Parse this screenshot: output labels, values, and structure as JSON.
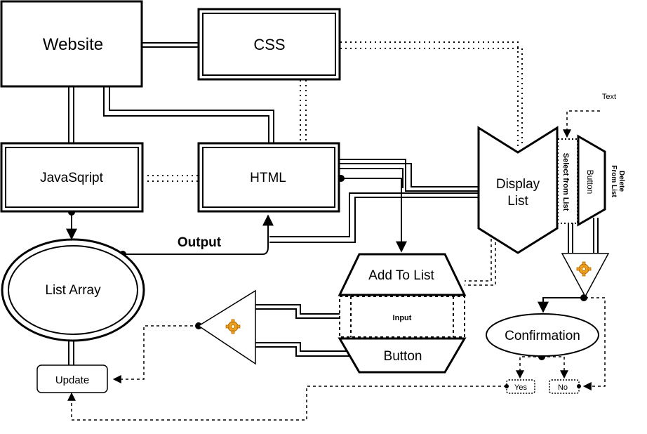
{
  "nodes": {
    "website": "Website",
    "css": "CSS",
    "javascript": "JavaSqript",
    "html": "HTML",
    "list_array": "List Array",
    "update": "Update",
    "display_list": [
      "Display",
      "List"
    ],
    "select_from_list": "Select from List",
    "button_vertical": "Button",
    "delete_from_list": [
      "Delete",
      "From List"
    ],
    "add_to_list": "Add To List",
    "input": "Input",
    "button": "Button",
    "confirmation": "Confirmation",
    "yes": "Yes",
    "no": "No"
  },
  "labels": {
    "output": "Output",
    "text_note": "Text"
  },
  "icons": {
    "gear_left": "gear-icon",
    "gear_right": "gear-icon"
  },
  "colors": {
    "stroke": "#000000",
    "gear": "#e8a21a"
  }
}
